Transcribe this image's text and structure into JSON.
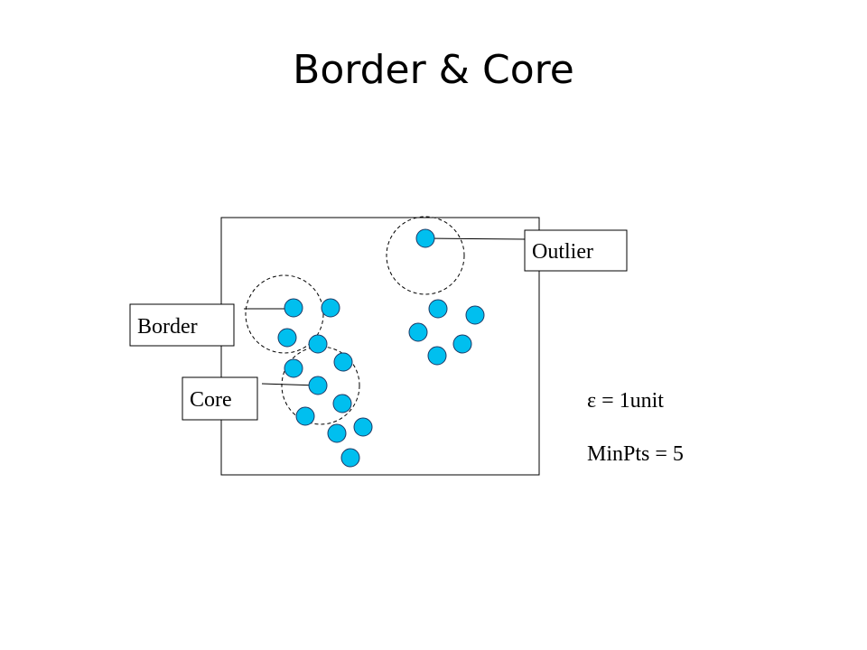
{
  "slide": {
    "title": "Border & Core"
  },
  "diagram": {
    "labels": {
      "outlier": "Outlier",
      "border": "Border",
      "core": "Core"
    },
    "parameters": {
      "epsilon": "ε = 1unit",
      "min_pts": "MinPts = 5"
    },
    "colors": {
      "point_fill": "#00BFEF",
      "point_stroke": "#1F3864",
      "outline": "#000000",
      "neighborhood_stroke": "#000000"
    }
  }
}
